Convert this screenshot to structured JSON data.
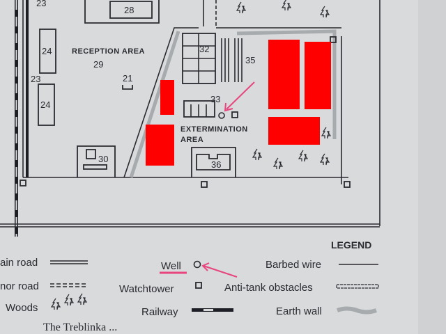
{
  "map": {
    "labels": {
      "n23_top": "23",
      "n23_mid": "23",
      "n28": "28",
      "n24_a": "24",
      "n24_b": "24",
      "reception": "RECEPTION AREA",
      "n29": "29",
      "n21": "21",
      "n30": "30",
      "n32": "32",
      "n35": "35",
      "n33": "33",
      "extermination_1": "EXTERMINATION",
      "extermination_2": "AREA",
      "n36": "36"
    },
    "redaction_color": "#ff0000",
    "annotation_color": "#e8457f"
  },
  "legend": {
    "title": "LEGEND",
    "items": {
      "main_road": "ain road",
      "minor_road": "nor road",
      "woods": "Woods",
      "well": "Well",
      "watchtower": "Watchtower",
      "railway": "Railway",
      "barbed_wire": "Barbed wire",
      "anti_tank": "Anti-tank obstacles",
      "earth_wall": "Earth wall"
    }
  },
  "caption_fragment": "The Treblinka ... "
}
